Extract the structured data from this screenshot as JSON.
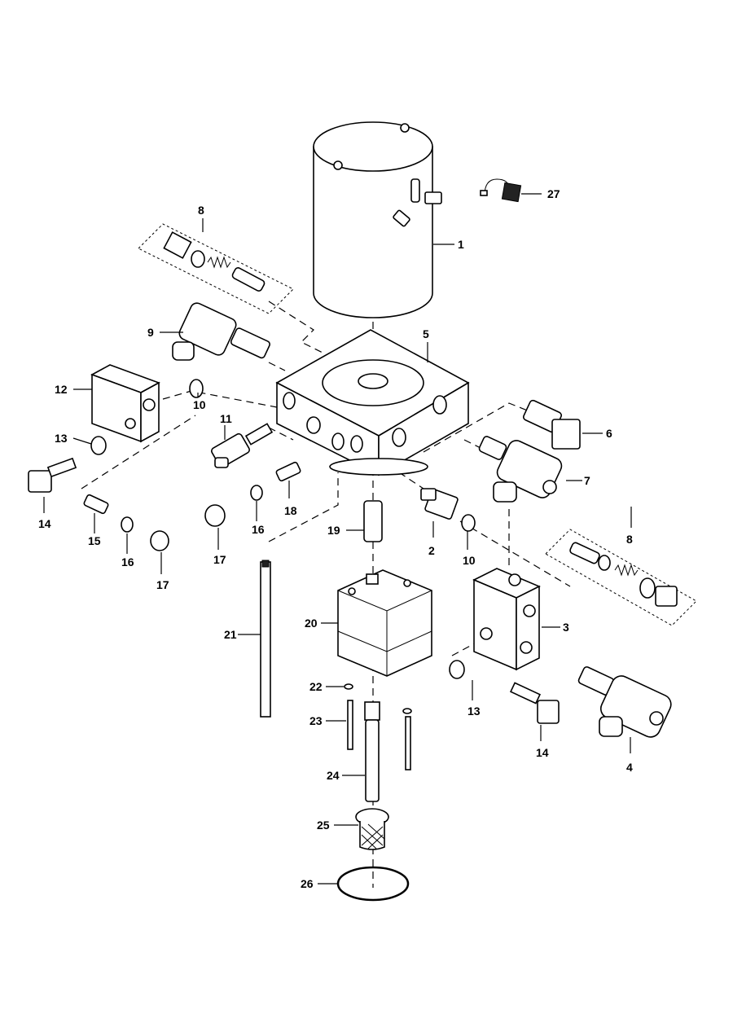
{
  "diagram": {
    "type": "exploded-parts-diagram",
    "callouts": [
      "27",
      "1",
      "8",
      "9",
      "5",
      "12",
      "10",
      "11",
      "6",
      "13",
      "7",
      "14",
      "15",
      "16",
      "17",
      "16",
      "17",
      "18",
      "19",
      "2",
      "10",
      "8",
      "21",
      "20",
      "3",
      "22",
      "23",
      "13",
      "14",
      "4",
      "24",
      "25",
      "26"
    ]
  }
}
